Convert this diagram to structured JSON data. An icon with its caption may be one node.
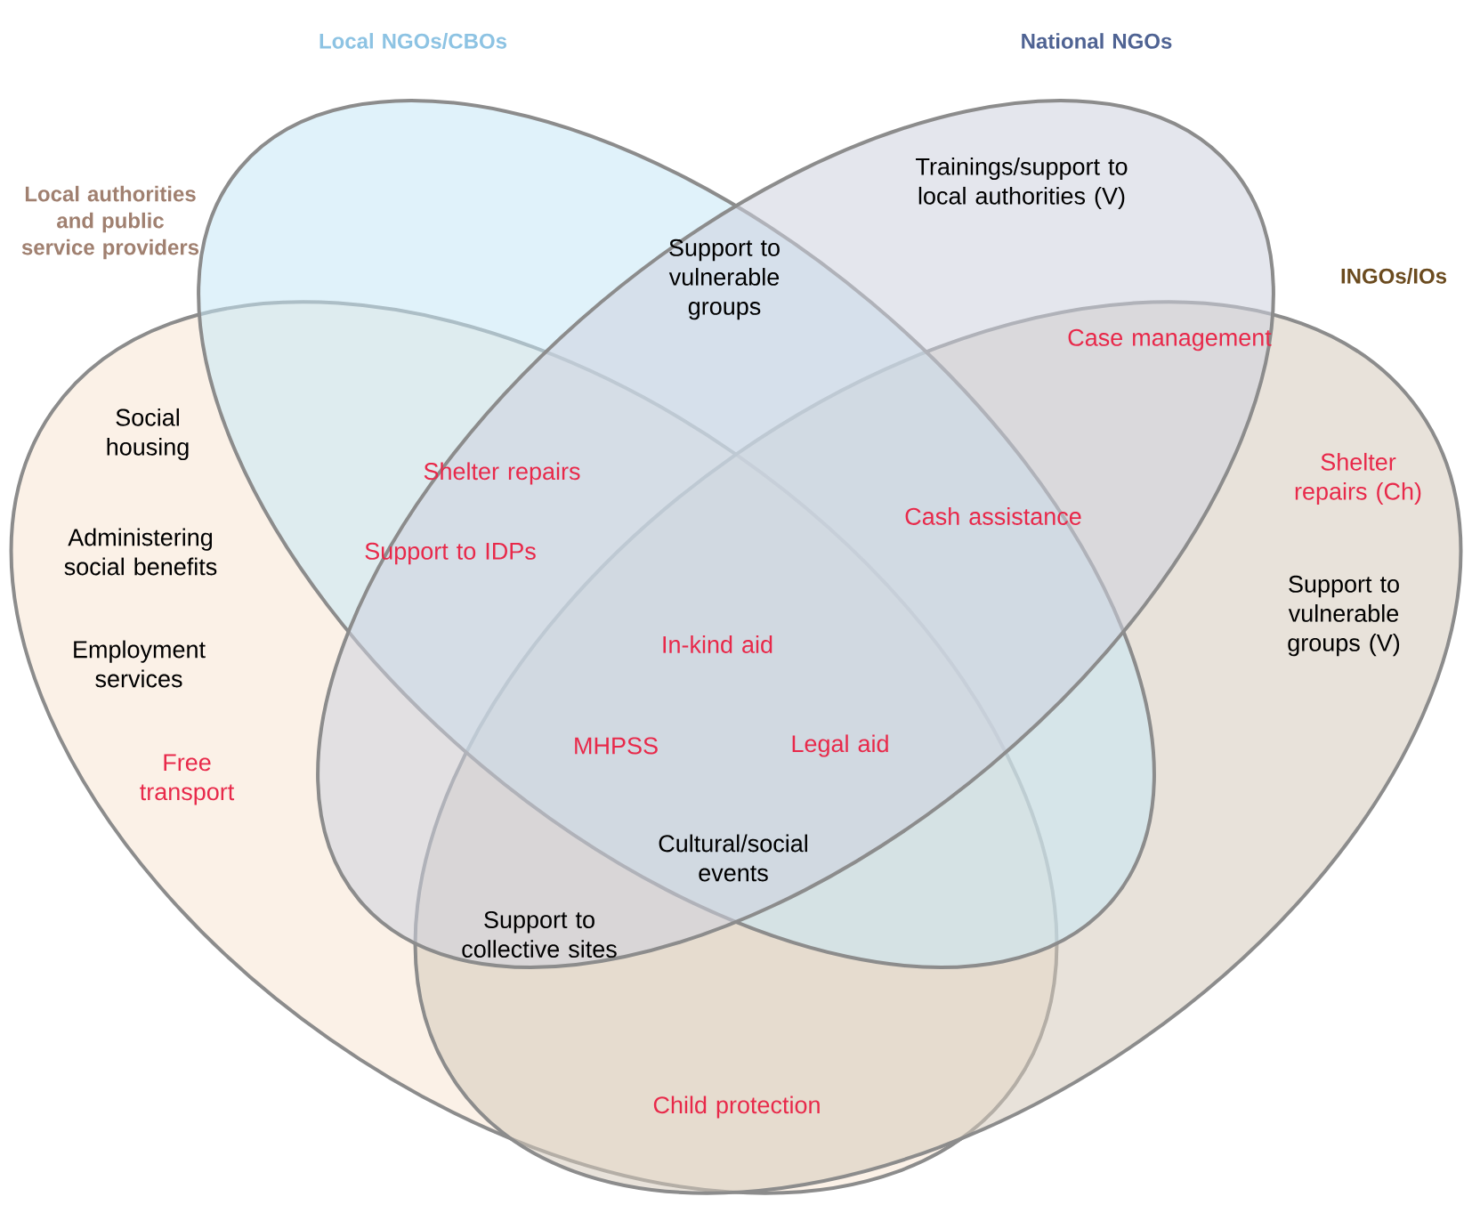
{
  "diagram": {
    "nodes": [
      {
        "text": [
          "Local NGOs/CBOs"
        ]
      },
      {
        "text": [
          "National NGOs"
        ]
      },
      {
        "text": [
          "Local authorities and public service providers"
        ]
      },
      {
        "text": [
          "INGOs/IOs"
        ]
      }
    ],
    "labels": [
      "Trainings/support to local authorities (V)",
      "Support to vulnerable groups",
      "Case management",
      "Social housing",
      "Shelter repairs",
      "Shelter repairs (Ch)",
      "Cash assistance",
      "Administering social benefits",
      "Support to IDPs",
      "Support to vulnerable groups (V)",
      "Employment services",
      "In-kind aid",
      "MHPSS",
      "Legal aid",
      "Free transport",
      "Cultural/social events",
      "Support to collective sites",
      "Child protection"
    ]
  }
}
